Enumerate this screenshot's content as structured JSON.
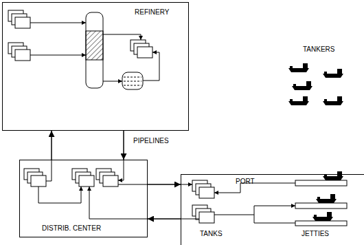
{
  "diagram": {
    "nodes": [
      {
        "text": [
          "REFINERY"
        ]
      },
      {
        "text": [
          "DISTRIB. CENTER"
        ]
      },
      {
        "text": [
          "PORT",
          "TANKS",
          "JETTIES"
        ]
      }
    ],
    "edges": [
      {
        "from": 1,
        "to": 0,
        "arrow": "to"
      },
      {
        "from": 0,
        "to": 1,
        "arrow": "to"
      },
      {
        "from": 1,
        "to": 2,
        "arrow": "to"
      },
      {
        "from": 2,
        "to": 1,
        "arrow": "to"
      }
    ],
    "labels": [
      "PIPELINES",
      "TANKERS"
    ]
  }
}
